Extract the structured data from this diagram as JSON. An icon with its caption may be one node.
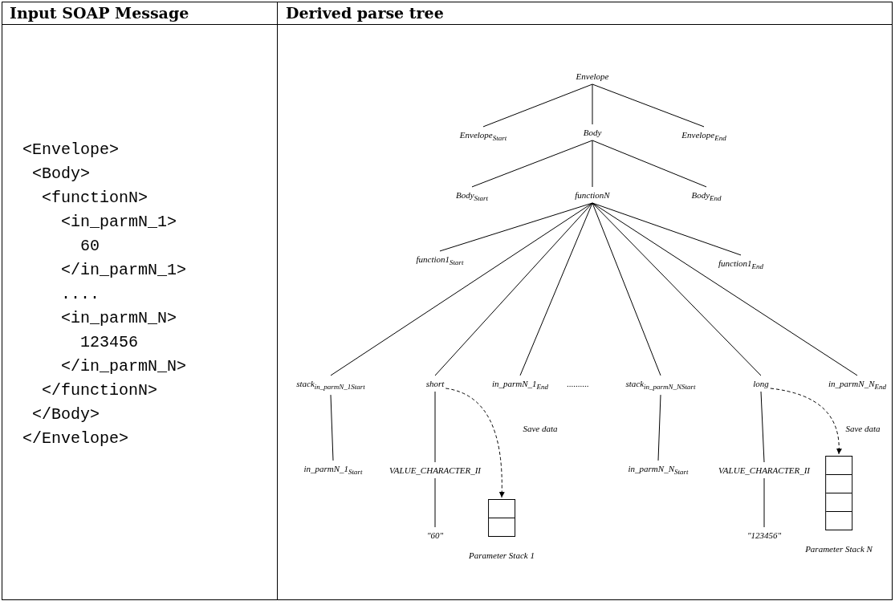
{
  "diagram": {
    "nodes": [
      {
        "text": [
          "Envelope"
        ]
      },
      {
        "text": [
          "Envelope$_{Start}$"
        ]
      },
      {
        "text": [
          "Body"
        ]
      },
      {
        "text": [
          "Envelope$_{End}$"
        ]
      },
      {
        "text": [
          "Body$_{Start}$"
        ]
      },
      {
        "text": [
          "functionN"
        ]
      },
      {
        "text": [
          "Body$_{End}$"
        ]
      },
      {
        "text": [
          "function1$_{Start}$"
        ]
      },
      {
        "text": [
          "function1$_{End}$"
        ]
      },
      {
        "text": [
          "stack$_{in_parmN_1}$$_{Start}$"
        ]
      },
      {
        "text": [
          "short"
        ]
      },
      {
        "text": [
          "in_parmN_1$_{End}$"
        ]
      },
      {
        "text": [
          "stack$_{in_parmN_N}$$_{Start}$"
        ]
      },
      {
        "text": [
          "long"
        ]
      },
      {
        "text": [
          "in_parmN_N$_{End}$"
        ]
      },
      {
        "text": [
          "in_parmN_1$_{Start}$"
        ]
      },
      {
        "text": [
          "VALUE_CHARACTER_II"
        ]
      },
      {
        "text": [
          "\"60\""
        ]
      },
      {
        "text": [
          "Parameter Stack 1"
        ]
      },
      {
        "text": [
          "in_parmN_N$_{Start}$"
        ]
      },
      {
        "text": [
          "VALUE_CHARACTER_II"
        ]
      },
      {
        "text": [
          "\"123456\""
        ]
      },
      {
        "text": [
          "Parameter Stack N"
        ]
      }
    ],
    "edges": [
      {
        "from": 0,
        "to": 1,
        "arrow": "none"
      },
      {
        "from": 0,
        "to": 2,
        "arrow": "none"
      },
      {
        "from": 0,
        "to": 3,
        "arrow": "none"
      },
      {
        "from": 2,
        "to": 4,
        "arrow": "none"
      },
      {
        "from": 2,
        "to": 5,
        "arrow": "none"
      },
      {
        "from": 2,
        "to": 6,
        "arrow": "none"
      },
      {
        "from": 5,
        "to": 7,
        "arrow": "none"
      },
      {
        "from": 5,
        "to": 9,
        "arrow": "none"
      },
      {
        "from": 5,
        "to": 10,
        "arrow": "none"
      },
      {
        "from": 5,
        "to": 11,
        "arrow": "none"
      },
      {
        "from": 5,
        "to": 12,
        "arrow": "none"
      },
      {
        "from": 5,
        "to": 13,
        "arrow": "none"
      },
      {
        "from": 5,
        "to": 14,
        "arrow": "none"
      },
      {
        "from": 5,
        "to": 8,
        "arrow": "none"
      },
      {
        "from": 9,
        "to": 15,
        "arrow": "none"
      },
      {
        "from": 10,
        "to": 16,
        "arrow": "none"
      },
      {
        "from": 16,
        "to": 17,
        "arrow": "none"
      },
      {
        "from": 10,
        "to": 18,
        "arrow": "to",
        "style": "dashed",
        "label": "Save data"
      },
      {
        "from": 12,
        "to": 19,
        "arrow": "none"
      },
      {
        "from": 13,
        "to": 20,
        "arrow": "none"
      },
      {
        "from": 20,
        "to": 21,
        "arrow": "none"
      },
      {
        "from": 13,
        "to": 22,
        "arrow": "to",
        "style": "dashed",
        "label": "Save data"
      }
    ],
    "labels": [
      "Input SOAP Message",
      "Derived parse tree",
      "<Envelope>",
      "<Body>",
      "<functionN>",
      "<in_parmN_1>",
      "60",
      "</in_parmN_1>",
      "....",
      "<in_parmN_N>",
      "123456",
      "</in_parmN_N>",
      "</functionN>",
      "</Body>",
      "</Envelope>",
      ".........."
    ]
  }
}
